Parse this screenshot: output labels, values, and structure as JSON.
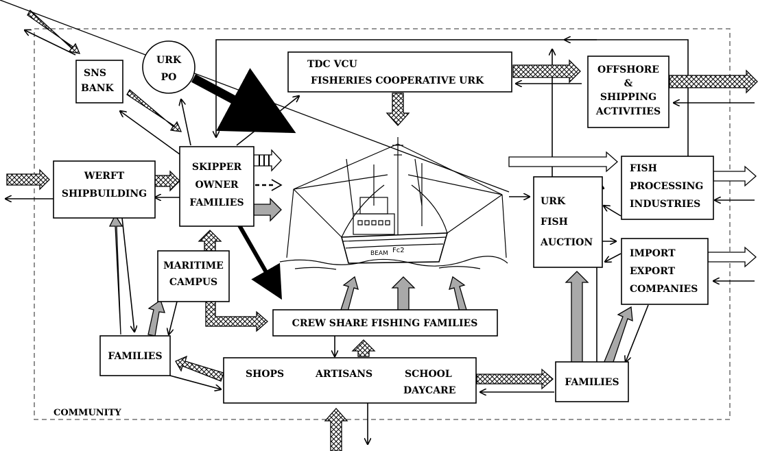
{
  "nodes": {
    "sns": [
      "SNS",
      "BANK"
    ],
    "urk_po": [
      "URK",
      "PO"
    ],
    "tdc": [
      "TDC VCU",
      "FISHERIES COOPERATIVE URK"
    ],
    "offshore": [
      "OFFSHORE",
      "&",
      "SHIPPING",
      "ACTIVITIES"
    ],
    "werft": [
      "WERFT",
      "SHIPBUILDING"
    ],
    "skipper": [
      "SKIPPER",
      "OWNER",
      "FAMILIES"
    ],
    "fish_processing": [
      "FISH",
      "PROCESSING",
      "INDUSTRIES"
    ],
    "auction": [
      "URK",
      "FISH",
      "AUCTION"
    ],
    "import_export": [
      "IMPORT",
      "EXPORT",
      "COMPANIES"
    ],
    "maritime": [
      "MARITIME",
      "CAMPUS"
    ],
    "crew": "CREW SHARE FISHING FAMILIES",
    "families_left": "FAMILIES",
    "families_right": "FAMILIES",
    "shops": [
      "SHOPS",
      "ARTISANS",
      "SCHOOL",
      "DAYCARE"
    ],
    "community": "COMMUNITY"
  },
  "vessel_markings": [
    "BEAM",
    "Fc2"
  ],
  "colors": {
    "line": "#000000",
    "grey_arrow": "#a9a9a9",
    "background": "#ffffff"
  }
}
